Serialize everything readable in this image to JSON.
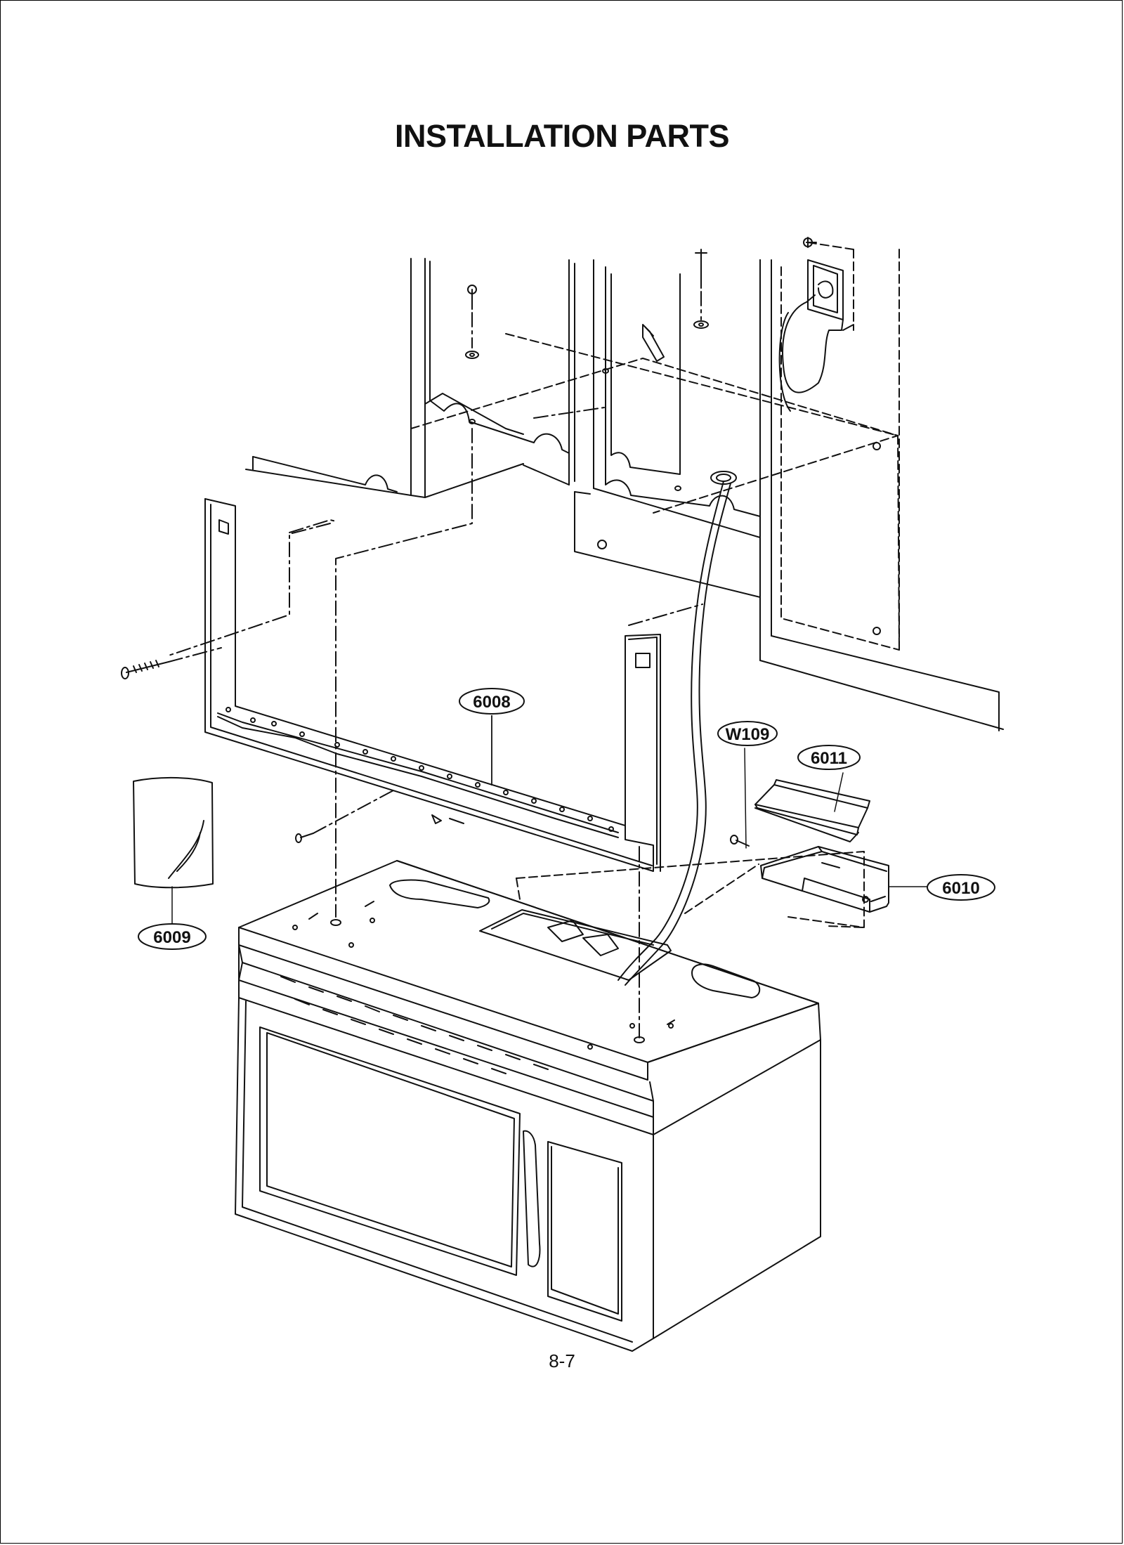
{
  "page": {
    "title": "INSTALLATION PARTS",
    "page_number": "8-7"
  },
  "callouts": [
    {
      "id": "6008",
      "label": "6008"
    },
    {
      "id": "W109",
      "label": "W109"
    },
    {
      "id": "6011",
      "label": "6011"
    },
    {
      "id": "6010",
      "label": "6010"
    },
    {
      "id": "6009",
      "label": "6009"
    }
  ]
}
